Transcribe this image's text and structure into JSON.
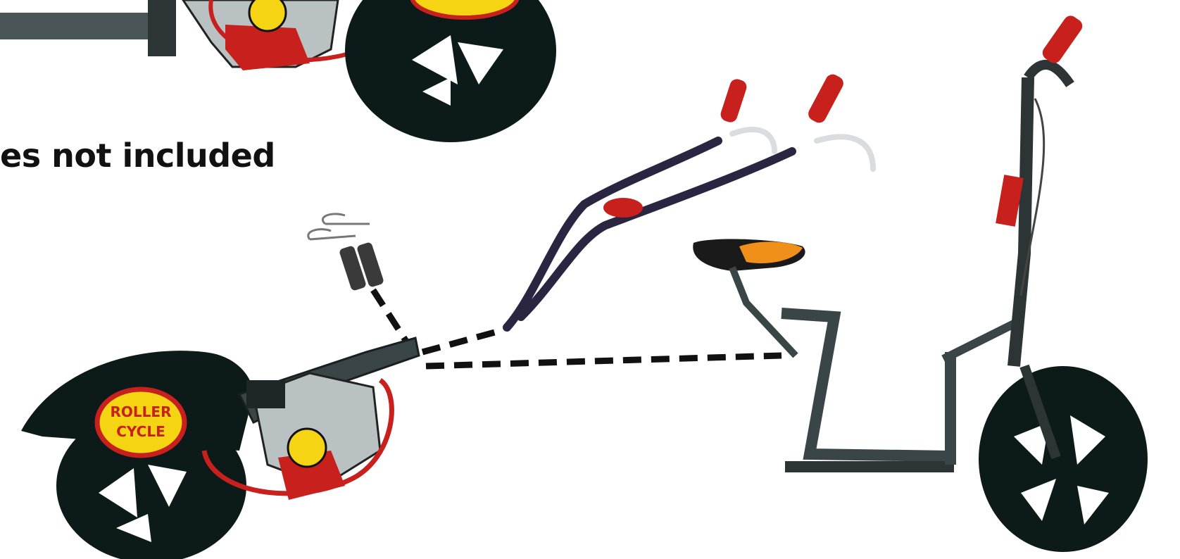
{
  "caption": "es not included",
  "logo": {
    "line1": "ROLLER",
    "line2": "CYCLE"
  },
  "colors": {
    "background": "#ffffff",
    "frame": "#3a4548",
    "tire": "#0d1a1a",
    "engine_red": "#c8201c",
    "grip_red": "#c8201c",
    "logo_yellow": "#f5d414",
    "dash": "#111111"
  }
}
